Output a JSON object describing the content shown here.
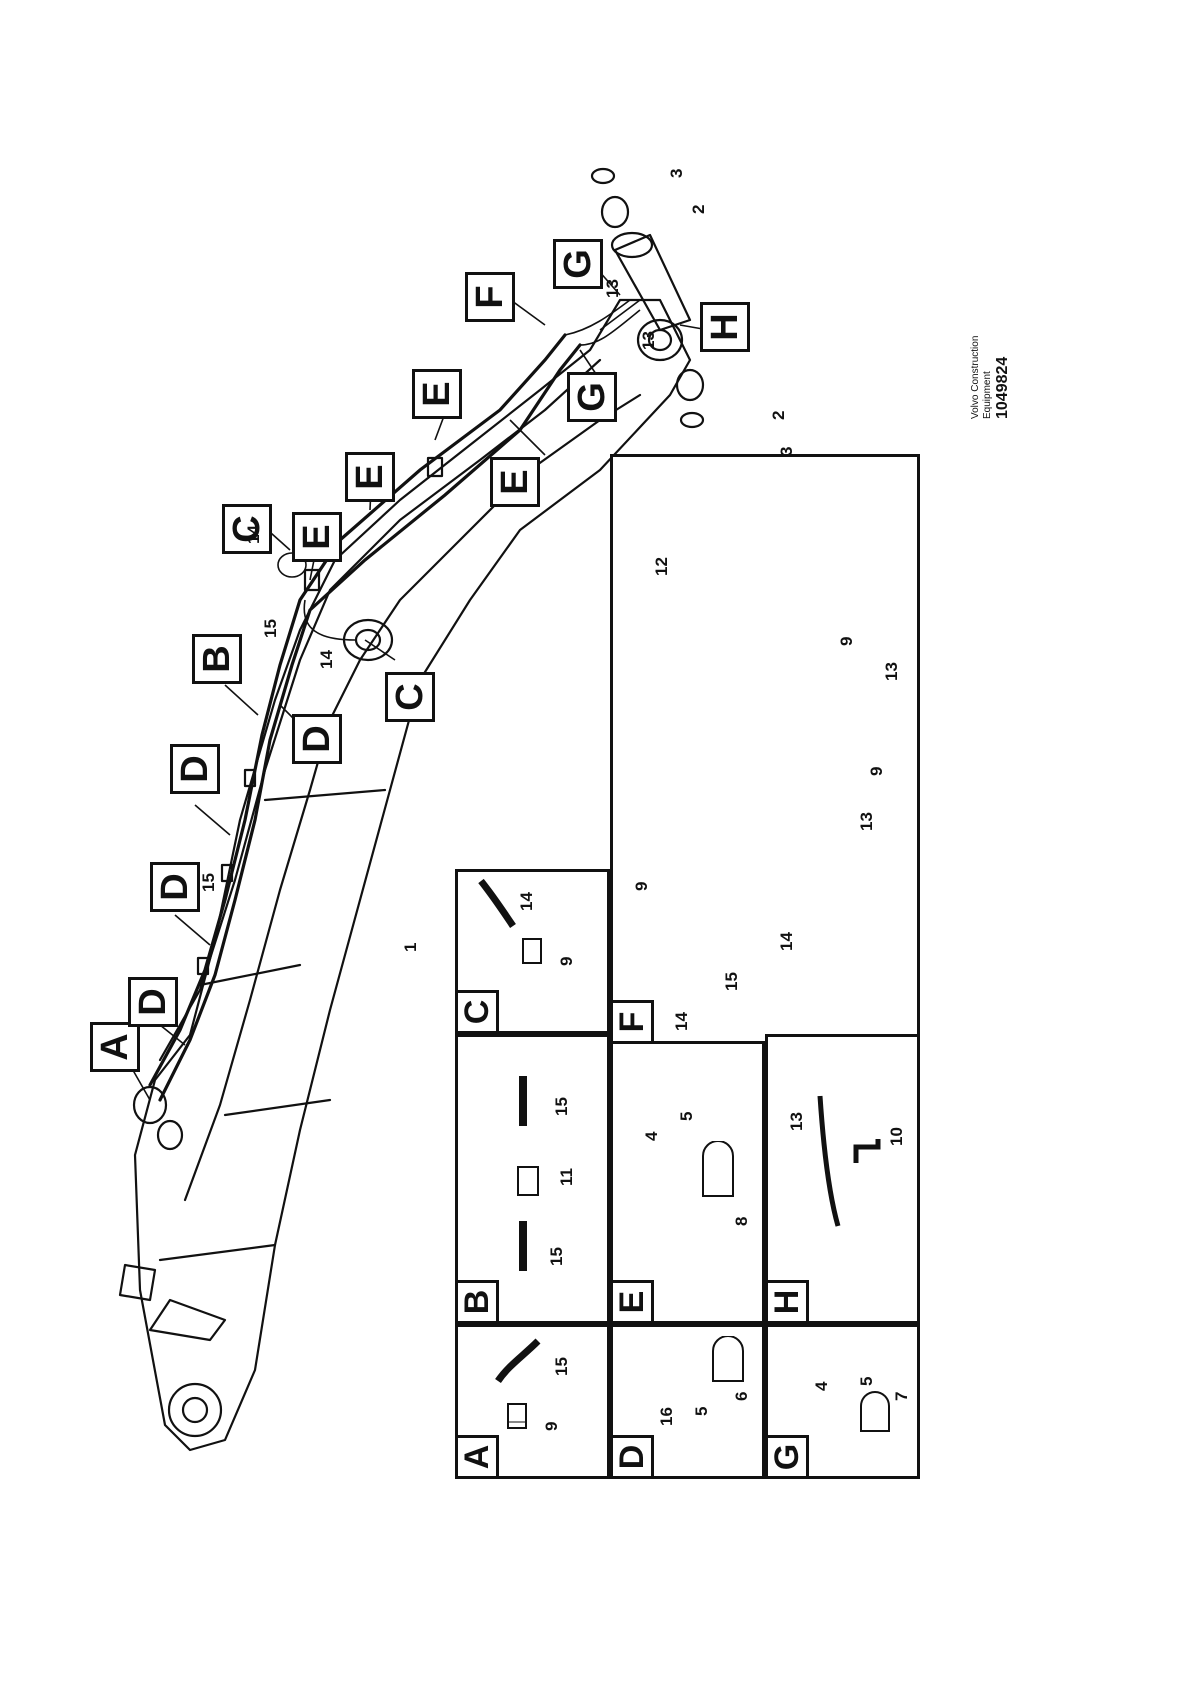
{
  "document": {
    "caption_line1": "Volvo Construction",
    "caption_line2": "Equipment",
    "image_number": "1049824"
  },
  "callouts": [
    {
      "name": "callout-a",
      "label": "A"
    },
    {
      "name": "callout-d1",
      "label": "D"
    },
    {
      "name": "callout-d2",
      "label": "D"
    },
    {
      "name": "callout-d3",
      "label": "D"
    },
    {
      "name": "callout-b",
      "label": "B"
    },
    {
      "name": "callout-d4",
      "label": "D"
    },
    {
      "name": "callout-c1",
      "label": "C"
    },
    {
      "name": "callout-c2",
      "label": "C"
    },
    {
      "name": "callout-e1",
      "label": "E"
    },
    {
      "name": "callout-e2",
      "label": "E"
    },
    {
      "name": "callout-e3",
      "label": "E"
    },
    {
      "name": "callout-e4",
      "label": "E"
    },
    {
      "name": "callout-f",
      "label": "F"
    },
    {
      "name": "callout-g1",
      "label": "G"
    },
    {
      "name": "callout-g2",
      "label": "G"
    },
    {
      "name": "callout-h",
      "label": "H"
    }
  ],
  "part_numbers": [
    {
      "name": "part-1",
      "label": "1"
    },
    {
      "name": "part-15a",
      "label": "15"
    },
    {
      "name": "part-15b",
      "label": "15"
    },
    {
      "name": "part-14a",
      "label": "14"
    },
    {
      "name": "part-14b",
      "label": "14"
    },
    {
      "name": "part-13a",
      "label": "13"
    },
    {
      "name": "part-13b",
      "label": "13"
    },
    {
      "name": "part-2a",
      "label": "2"
    },
    {
      "name": "part-3a",
      "label": "3"
    },
    {
      "name": "part-2b",
      "label": "2"
    },
    {
      "name": "part-3b",
      "label": "3"
    }
  ],
  "panels": [
    {
      "name": "detail-panel-a",
      "label": "A",
      "parts": [
        {
          "label": "9"
        },
        {
          "label": "15"
        }
      ]
    },
    {
      "name": "detail-panel-b",
      "label": "B",
      "parts": [
        {
          "label": "15"
        },
        {
          "label": "11"
        },
        {
          "label": "15"
        }
      ]
    },
    {
      "name": "detail-panel-c",
      "label": "C",
      "parts": [
        {
          "label": "9"
        },
        {
          "label": "14"
        }
      ]
    },
    {
      "name": "detail-panel-d",
      "label": "D",
      "parts": [
        {
          "label": "16"
        },
        {
          "label": "5"
        },
        {
          "label": "6"
        }
      ]
    },
    {
      "name": "detail-panel-e",
      "label": "E",
      "parts": [
        {
          "label": "4"
        },
        {
          "label": "5"
        },
        {
          "label": "8"
        }
      ]
    },
    {
      "name": "detail-panel-f",
      "label": "F",
      "parts": [
        {
          "label": "14"
        },
        {
          "label": "15"
        },
        {
          "label": "14"
        },
        {
          "label": "9"
        },
        {
          "label": "13"
        },
        {
          "label": "9"
        },
        {
          "label": "13"
        },
        {
          "label": "9"
        },
        {
          "label": "12"
        }
      ]
    },
    {
      "name": "detail-panel-g",
      "label": "G",
      "parts": [
        {
          "label": "4"
        },
        {
          "label": "5"
        },
        {
          "label": "7"
        }
      ]
    },
    {
      "name": "detail-panel-h",
      "label": "H",
      "parts": [
        {
          "label": "13"
        },
        {
          "label": "10"
        }
      ]
    }
  ]
}
